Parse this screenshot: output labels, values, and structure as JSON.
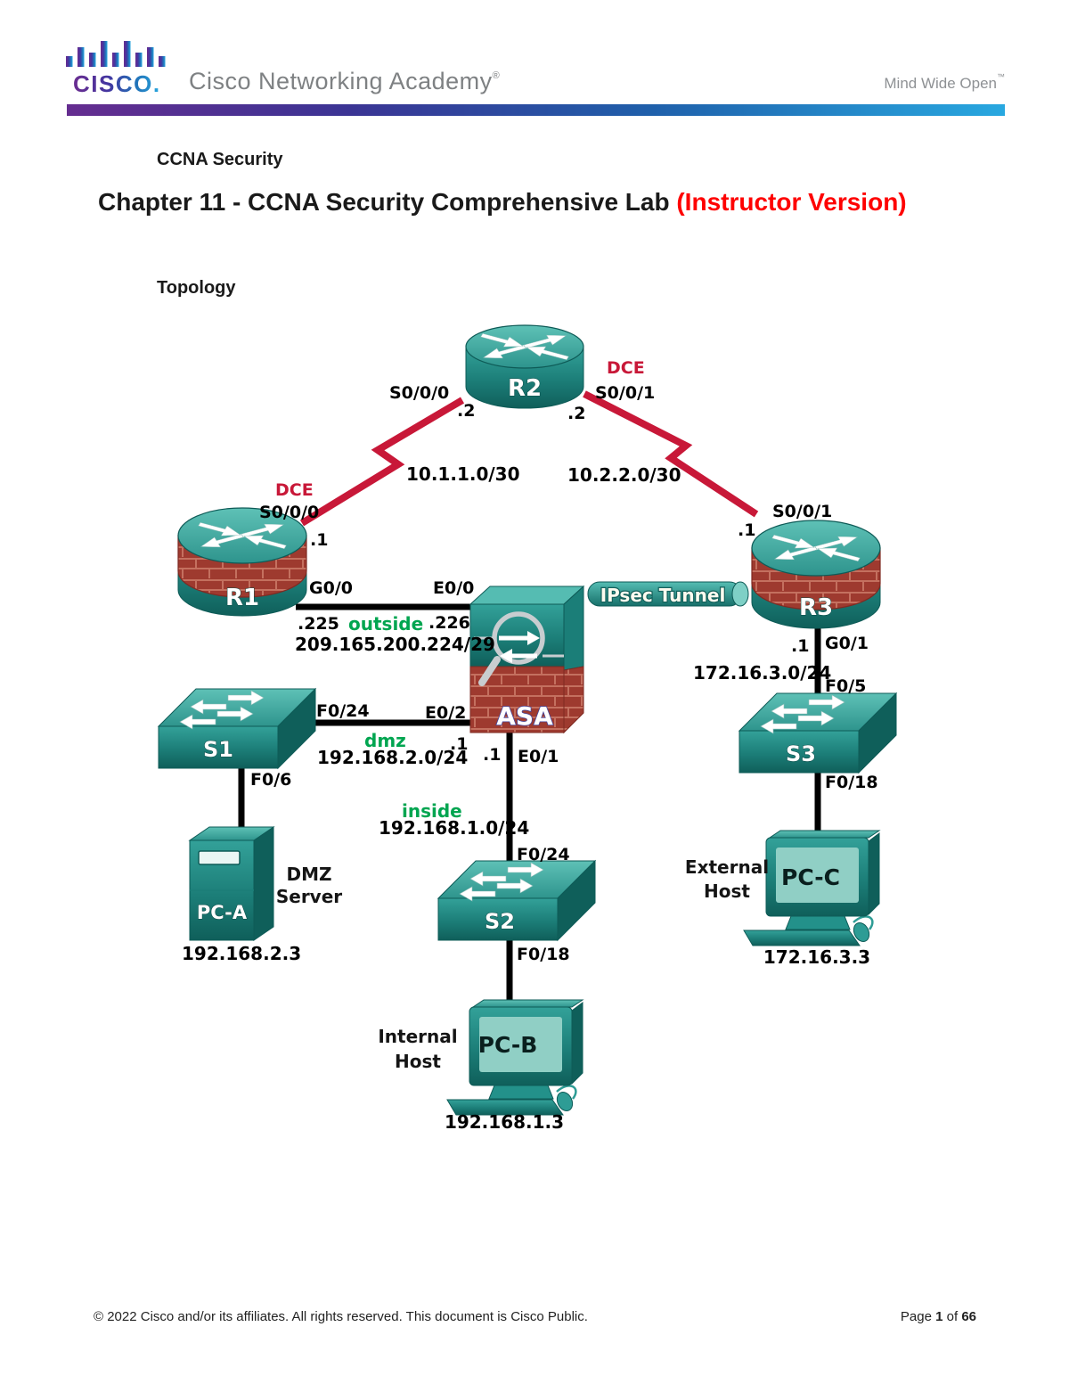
{
  "header": {
    "logo_text": "CISCO.",
    "brand": "Cisco Networking Academy",
    "brand_mark": "®",
    "tagline": "Mind Wide Open",
    "tagline_mark": "™"
  },
  "doc": {
    "kicker": "CCNA Security",
    "title": "Chapter 11 - CCNA Security Comprehensive Lab ",
    "title_highlight": "(Instructor Version)",
    "section": "Topology"
  },
  "topology": {
    "devices": {
      "r1": {
        "label": "R1"
      },
      "r2": {
        "label": "R2"
      },
      "r3": {
        "label": "R3"
      },
      "asa": {
        "label": "ASA"
      },
      "s1": {
        "label": "S1"
      },
      "s2": {
        "label": "S2"
      },
      "s3": {
        "label": "S3"
      },
      "pc_a": {
        "label": "PC-A",
        "caption_line1": "DMZ",
        "caption_line2": "Server",
        "ip": "192.168.2.3"
      },
      "pc_b": {
        "label": "PC-B",
        "caption_line1": "Internal",
        "caption_line2": "Host",
        "ip": "192.168.1.3"
      },
      "pc_c": {
        "label": "PC-C",
        "caption_line1": "External",
        "caption_line2": "Host",
        "ip": "172.16.3.3"
      }
    },
    "interfaces": {
      "r2_dce": "DCE",
      "r2_left": "S0/0/0",
      "r2_left_addr": ".2",
      "r2_right": "S0/0/1",
      "r2_right_addr": ".2",
      "r1_dce": "DCE",
      "r1_serial": "S0/0/0",
      "r1_serial_addr": ".1",
      "r1_lan": "G0/0",
      "r1_lan_addr": ".225",
      "asa_outside": "E0/0",
      "asa_outside_addr": ".226",
      "asa_dmz": "E0/2",
      "asa_dmz_addr": ".1",
      "asa_inside": "E0/1",
      "asa_inside_addr": ".1",
      "s1_uplink": "F0/24",
      "s1_host": "F0/6",
      "s2_uplink": "F0/24",
      "s2_host": "F0/18",
      "r3_serial": "S0/0/1",
      "r3_serial_addr": ".1",
      "r3_lan": "G0/1",
      "r3_lan_addr": ".1",
      "s3_uplink": "F0/5",
      "s3_host": "F0/18"
    },
    "links": {
      "r1_r2_net": "10.1.1.0/30",
      "r2_r3_net": "10.2.2.0/30",
      "outside_zone": "outside",
      "outside_net": "209.165.200.224/29",
      "dmz_zone": "dmz",
      "dmz_net": "192.168.2.0/24",
      "inside_zone": "inside",
      "inside_net": "192.168.1.0/24",
      "r3_lan_net": "172.16.3.0/24",
      "ipsec_tunnel": "IPsec Tunnel"
    }
  },
  "footer": {
    "copyright": "© 2022 Cisco and/or its affiliates. All rights reserved. This document is Cisco Public.",
    "page_word": "Page",
    "page_number": "1",
    "of_word": "of",
    "page_total": "66"
  },
  "colors": {
    "teal": "#2D9A94",
    "teal_dark": "#0F5F5A",
    "teal_light": "#5EC1B6",
    "brick_red": "#9E3A2F",
    "link_red": "#C81838",
    "zone_green": "#00A550",
    "dce_red": "#C81838",
    "title_red": "#FE0000",
    "bar_purple": "#652D90",
    "bar_blue": "#28A8E0"
  }
}
